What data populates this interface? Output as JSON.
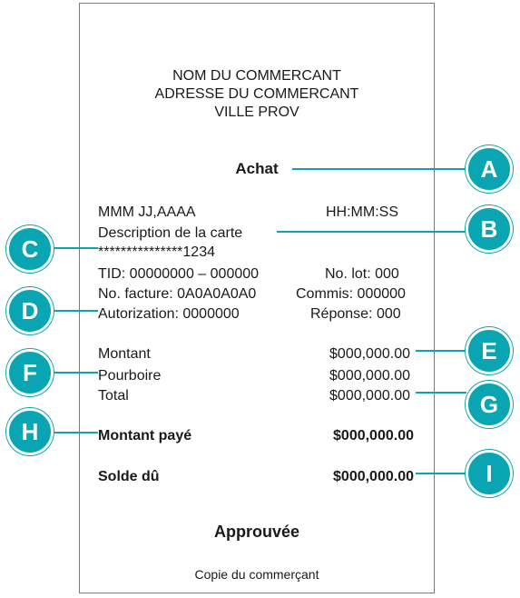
{
  "merchant": {
    "name": "NOM DU COMMERCANT",
    "address": "ADRESSE DU COMMERCANT",
    "city": "VILLE PROV"
  },
  "transaction_type": "Achat",
  "date": "MMM JJ,AAAA",
  "time": "HH:MM:SS",
  "card_description": "Description de la carte",
  "card_number": "***************1234",
  "tid": "TID: 00000000 – 000000",
  "lot": "No. lot: 000",
  "invoice": "No. facture: 0A0A0A0A0",
  "clerk": "Commis: 000000",
  "authorization": "Autorization: 0000000",
  "response": "Réponse: 000",
  "amounts": {
    "montant_label": "Montant",
    "montant_value": "$000,000.00",
    "pourboire_label": "Pourboire",
    "pourboire_value": "$000,000.00",
    "total_label": "Total",
    "total_value": "$000,000.00",
    "paid_label": "Montant payé",
    "paid_value": "$000,000.00",
    "balance_label": "Solde dû",
    "balance_value": "$000,000.00"
  },
  "status": "Approuvée",
  "copy_label": "Copie du commerçant",
  "callouts": [
    "A",
    "B",
    "C",
    "D",
    "E",
    "F",
    "G",
    "H",
    "I"
  ],
  "colors": {
    "callout": "#0aa5b3",
    "line": "#0aa5b3",
    "border": "#7a7a7a"
  }
}
